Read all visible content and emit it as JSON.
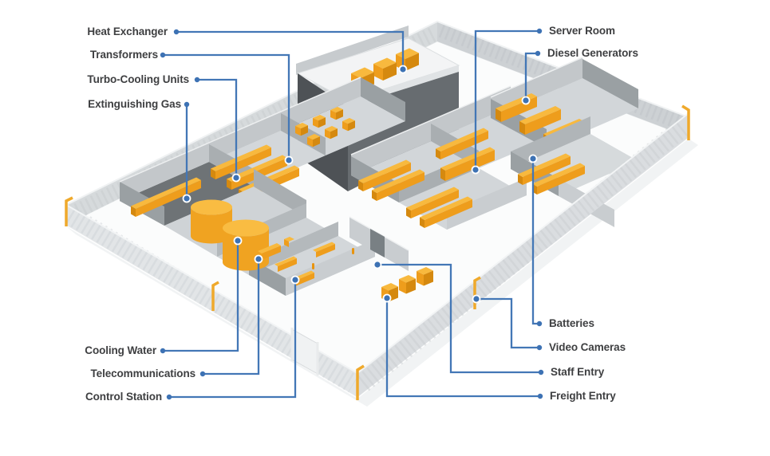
{
  "page": {
    "background": "#ffffff",
    "description": "Isometric cutaway diagram of a fenced data center facility with labeled rooms and equipment"
  },
  "callouts": [
    {
      "label": "Heat Exchanger",
      "side": "left"
    },
    {
      "label": "Transformers",
      "side": "left"
    },
    {
      "label": "Turbo-Cooling Units",
      "side": "left"
    },
    {
      "label": "Extinguishing Gas",
      "side": "left"
    },
    {
      "label": "Cooling Water",
      "side": "left"
    },
    {
      "label": "Telecommunications",
      "side": "left"
    },
    {
      "label": "Control Station",
      "side": "left"
    },
    {
      "label": "Server Room",
      "side": "right"
    },
    {
      "label": "Diesel Generators",
      "side": "right"
    },
    {
      "label": "Batteries",
      "side": "right"
    },
    {
      "label": "Video Cameras",
      "side": "right"
    },
    {
      "label": "Staff Entry",
      "side": "right"
    },
    {
      "label": "Freight Entry",
      "side": "right"
    }
  ],
  "colors": {
    "leader_line": "#4377B6",
    "callout_dot": "#3D72B4",
    "equipment_orange": "#F0A321",
    "equipment_top": "#F8B93E",
    "equipment_dark": "#D5890F",
    "wall_gray": "#C3C7CA",
    "dark_platform": "#4E5256",
    "fence_gray": "#D6DADC",
    "camera_post": "#EFA92B",
    "text": "#3E3F41"
  }
}
